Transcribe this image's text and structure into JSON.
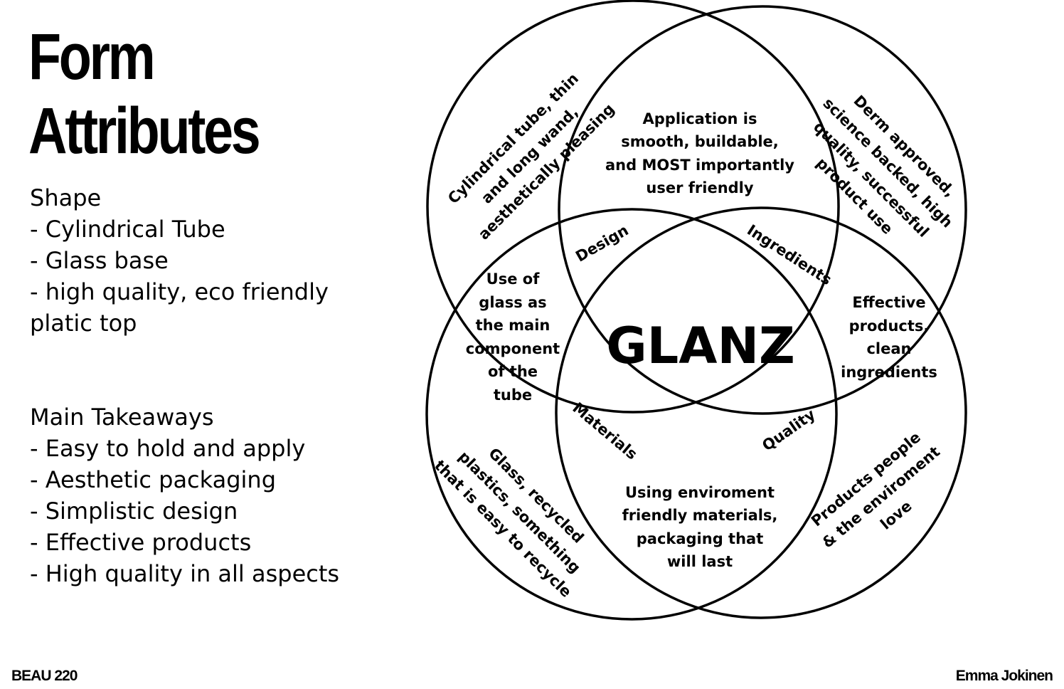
{
  "slide": {
    "title_line1": "Form",
    "title_line2": "Attributes",
    "shape_heading": "Shape",
    "shape_items": [
      "- Cylindrical Tube",
      "- Glass base",
      "- high quality, eco friendly platic top"
    ],
    "takeaways_heading": "Main Takeaways",
    "takeaways_items": [
      "- Easy to hold and apply",
      "- Aesthetic packaging",
      "- Simplistic design",
      "- Effective products",
      "- High quality in all aspects"
    ],
    "footer_left": "BEAU 220",
    "footer_right": "Emma Jokinen"
  },
  "venn": {
    "center": "GLANZ",
    "overlap_labels": {
      "design": "Design",
      "ingredients": "Ingredients",
      "materials": "Materials",
      "quality": "Quality"
    },
    "top_left_outer": [
      "Cylindrical tube, thin",
      "and long wand,",
      "aesthetically pleasing"
    ],
    "top_center": [
      "Application is",
      "smooth, buildable,",
      "and MOST importantly",
      "user friendly"
    ],
    "top_right_outer": [
      "Derm approved,",
      "science backed, high",
      "quality, successful",
      "product use"
    ],
    "left_middle": [
      "Use of",
      "glass as",
      "the main",
      "component",
      "of the",
      "tube"
    ],
    "right_middle": [
      "Effective",
      "products,",
      "clean",
      "ingredients"
    ],
    "bottom_left_outer": [
      "Glass, recycled",
      "plastics, something",
      "that is easy to recycle"
    ],
    "bottom_center": [
      "Using enviroment",
      "friendly materials,",
      "packaging that",
      "will last"
    ],
    "bottom_right_outer": [
      "Products people",
      "& the enviroment",
      "love"
    ]
  }
}
